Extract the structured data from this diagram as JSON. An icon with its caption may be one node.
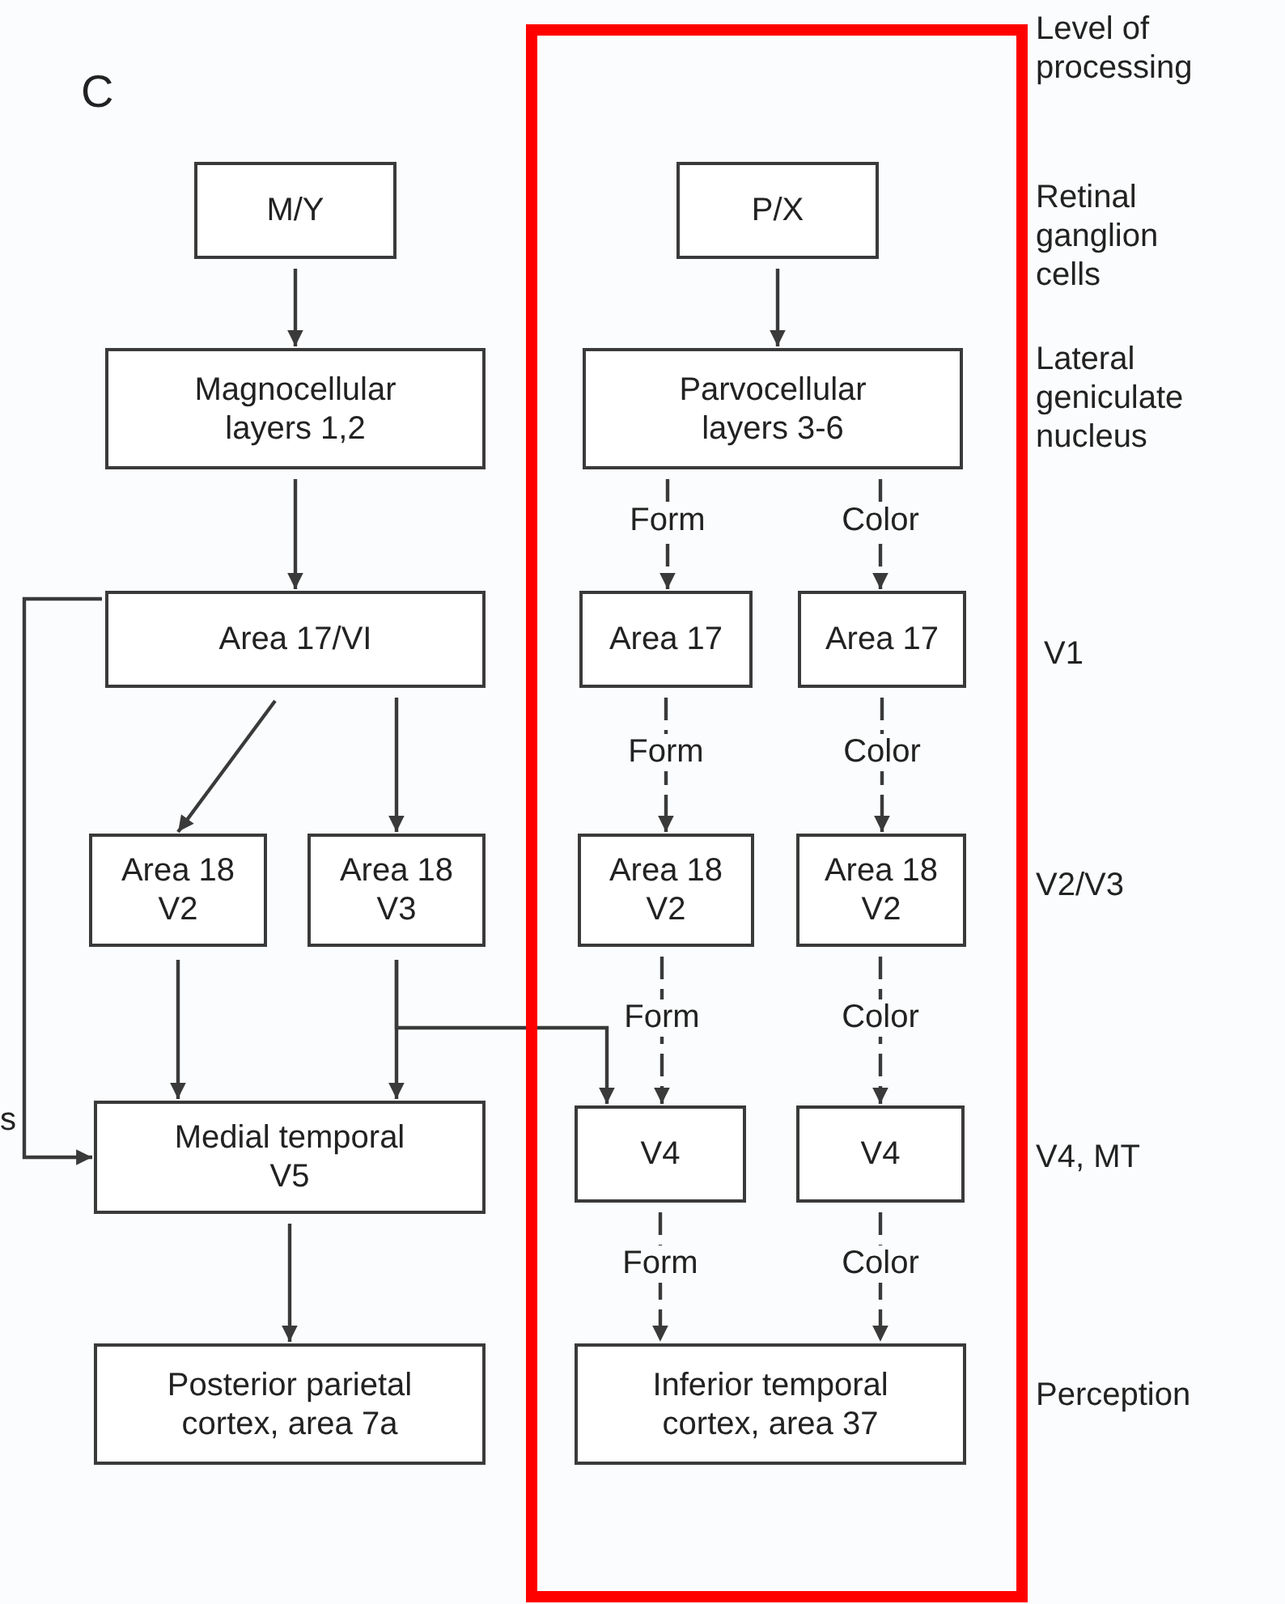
{
  "diagram": {
    "nodes": [
      {
        "text": [
          "M/Y"
        ]
      },
      {
        "text": [
          "Magnocellular layers 1,2"
        ]
      },
      {
        "text": [
          "Area 17/VI"
        ]
      },
      {
        "text": [
          "Area 18 V2"
        ]
      },
      {
        "text": [
          "Area 18 V3"
        ]
      },
      {
        "text": [
          "Medial temporal V5"
        ]
      },
      {
        "text": [
          "Posterior parietal cortex, area 7a"
        ]
      },
      {
        "text": [],
        "shape": "box"
      },
      {
        "text": [
          "P/X"
        ],
        "in": 7
      },
      {
        "text": [
          "Parvocellular layers 3-6"
        ],
        "in": 7
      },
      {
        "text": [
          "Area 17"
        ],
        "in": 7
      },
      {
        "text": [
          "Area 17"
        ],
        "in": 7
      },
      {
        "text": [
          "Area 18 V2"
        ],
        "in": 7
      },
      {
        "text": [
          "Area 18 V2"
        ],
        "in": 7
      },
      {
        "text": [
          "V4"
        ],
        "in": 7
      },
      {
        "text": [
          "V4"
        ],
        "in": 7
      },
      {
        "text": [
          "Inferior temporal cortex, area 37"
        ],
        "in": 7
      }
    ],
    "edges": [
      {
        "from": 0,
        "to": 1,
        "arrow": "to"
      },
      {
        "from": 1,
        "to": 2,
        "arrow": "to"
      },
      {
        "from": 2,
        "to": 3,
        "arrow": "to"
      },
      {
        "from": 2,
        "to": 4,
        "arrow": "to"
      },
      {
        "from": 3,
        "to": 5,
        "arrow": "to"
      },
      {
        "from": 4,
        "to": 5,
        "arrow": "to"
      },
      {
        "from": 4,
        "to": 14,
        "arrow": "to"
      },
      {
        "from": 2,
        "to": 5,
        "arrow": "to"
      },
      {
        "from": 5,
        "to": 6,
        "arrow": "to"
      },
      {
        "from": 8,
        "to": 9,
        "arrow": "to"
      },
      {
        "from": 9,
        "to": 10,
        "arrow": "to",
        "label": "Form",
        "style": "dashed"
      },
      {
        "from": 9,
        "to": 11,
        "arrow": "to",
        "label": "Color",
        "style": "dashed"
      },
      {
        "from": 10,
        "to": 12,
        "arrow": "to",
        "label": "Form",
        "style": "dashed"
      },
      {
        "from": 11,
        "to": 13,
        "arrow": "to",
        "label": "Color",
        "style": "dashed"
      },
      {
        "from": 12,
        "to": 14,
        "arrow": "to",
        "label": "Form",
        "style": "dashed"
      },
      {
        "from": 13,
        "to": 15,
        "arrow": "to",
        "label": "Color",
        "style": "dashed"
      },
      {
        "from": 14,
        "to": 16,
        "arrow": "to",
        "label": "Form",
        "style": "dashed"
      },
      {
        "from": 15,
        "to": 16,
        "arrow": "to",
        "label": "Color",
        "style": "dashed"
      }
    ],
    "labels": [
      "C",
      "Level of processing",
      "Retinal ganglion cells",
      "Lateral geniculate nucleus",
      "V1",
      "V2/V3",
      "s",
      "V4, MT",
      "Perception"
    ]
  }
}
